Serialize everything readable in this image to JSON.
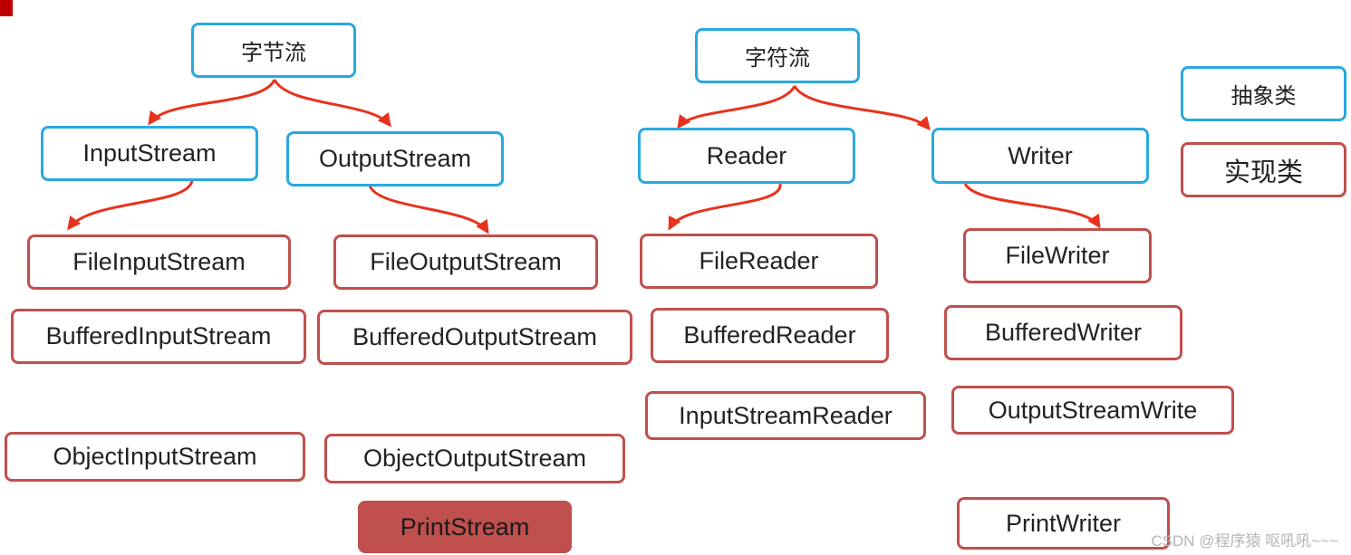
{
  "accent": {
    "abstract_border": "#29a9e0",
    "concrete_border": "#c0504d",
    "edge": "#e8321e",
    "highlight_fill": "#c0504d"
  },
  "legend": {
    "abstract": "抽象类",
    "concrete": "实现类"
  },
  "byte_streams": {
    "root": "字节流",
    "input": {
      "base": "InputStream",
      "file": "FileInputStream",
      "buffered": "BufferedInputStream",
      "object": "ObjectInputStream"
    },
    "output": {
      "base": "OutputStream",
      "file": "FileOutputStream",
      "buffered": "BufferedOutputStream",
      "object": "ObjectOutputStream",
      "print": "PrintStream"
    }
  },
  "char_streams": {
    "root": "字符流",
    "reader": {
      "base": "Reader",
      "file": "FileReader",
      "buffered": "BufferedReader",
      "bridge": "InputStreamReader"
    },
    "writer": {
      "base": "Writer",
      "file": "FileWriter",
      "buffered": "BufferedWriter",
      "bridge": "OutputStreamWrite",
      "print": "PrintWriter"
    }
  },
  "watermark": "CSDN @程序猿 呕吼吼~~~"
}
